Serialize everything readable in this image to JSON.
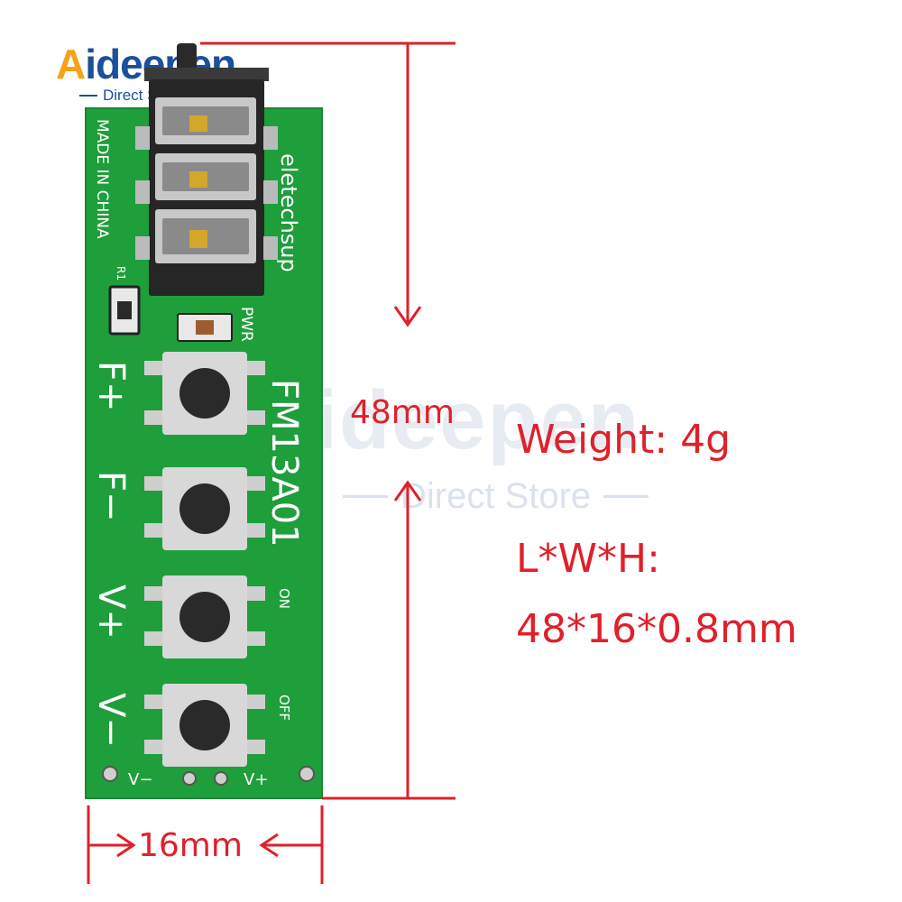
{
  "logo": {
    "brand_first": "A",
    "brand_rest": "ideepen",
    "tagline": "Direct Store"
  },
  "watermark": {
    "brand": "Aideepen",
    "tagline": "Direct Store"
  },
  "board": {
    "maker": "eletechsup",
    "model": "FM13A01",
    "origin": "MADE IN CHINA",
    "resistor_label": "R1",
    "led_label": "PWR",
    "btn_labels": [
      "F+",
      "F−",
      "V+",
      "V−"
    ],
    "switch_on": "ON",
    "switch_off": "OFF",
    "pin_labels": [
      "V−",
      "V+"
    ]
  },
  "dimensions": {
    "height_label": "48mm",
    "width_label": "16mm"
  },
  "specs": {
    "weight": "Weight: 4g",
    "size_label": "L*W*H:",
    "size_value": "48*16*0.8mm"
  },
  "colors": {
    "pcb_green": "#1f9e3c",
    "accent_red": "#e0202a",
    "brand_blue": "#1c4f9c",
    "brand_orange": "#f5a316"
  }
}
